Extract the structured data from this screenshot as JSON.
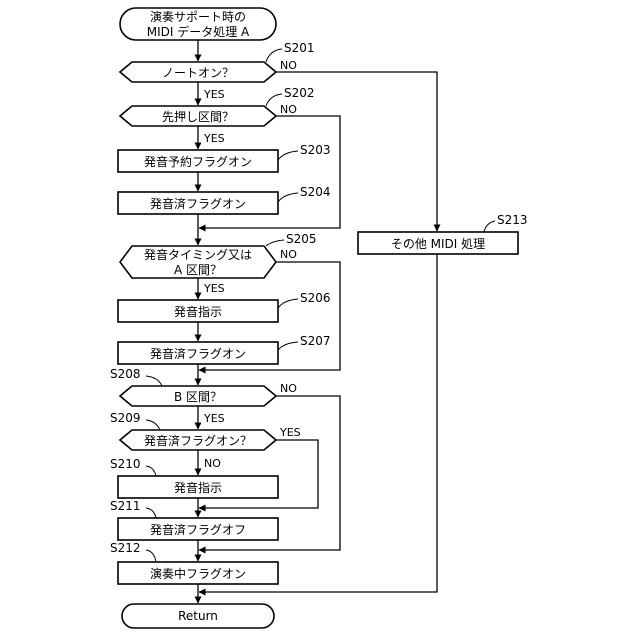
{
  "start": {
    "line1": "演奏サポート時の",
    "line2": "MIDI データ処理 A"
  },
  "s201": {
    "label": "S201",
    "text": "ノートオン？",
    "yes": "YES",
    "no": "NO"
  },
  "s202": {
    "label": "S202",
    "text": "先押し区間？",
    "yes": "YES",
    "no": "NO"
  },
  "s203": {
    "label": "S203",
    "text": "発音予約フラグオン"
  },
  "s204": {
    "label": "S204",
    "text": "発音済フラグオン"
  },
  "s205": {
    "label": "S205",
    "line1": "発音タイミング又は",
    "line2": "A 区間？",
    "yes": "YES",
    "no": "NO"
  },
  "s206": {
    "label": "S206",
    "text": "発音指示"
  },
  "s207": {
    "label": "S207",
    "text": "発音済フラグオン"
  },
  "s208": {
    "label": "S208",
    "text": "B 区間？",
    "yes": "YES",
    "no": "NO"
  },
  "s209": {
    "label": "S209",
    "text": "発音済フラグオン？",
    "yes": "YES",
    "no": "NO"
  },
  "s210": {
    "label": "S210",
    "text": "発音指示"
  },
  "s211": {
    "label": "S211",
    "text": "発音済フラグオフ"
  },
  "s212": {
    "label": "S212",
    "text": "演奏中フラグオン"
  },
  "s213": {
    "label": "S213",
    "text": "その他 MIDI 処理"
  },
  "end": {
    "text": "Return"
  }
}
